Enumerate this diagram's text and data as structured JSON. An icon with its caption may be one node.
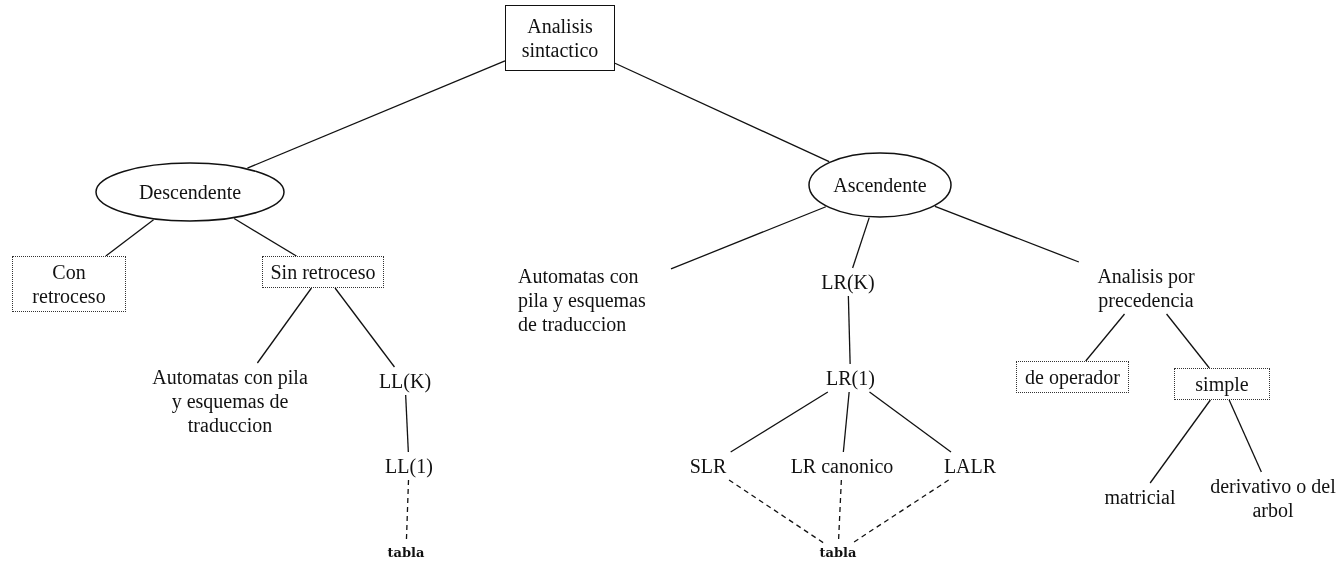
{
  "diagram": {
    "nodes": [
      {
        "text": [
          "Analisis sintactico"
        ]
      },
      {
        "text": [
          "Descendente"
        ]
      },
      {
        "text": [
          "Ascendente"
        ]
      },
      {
        "text": [
          "Con retroceso"
        ]
      },
      {
        "text": [
          "Sin retroceso"
        ]
      },
      {
        "text": [
          "Automatas con pila y esquemas de traduccion"
        ]
      },
      {
        "text": [
          "LL(K)"
        ]
      },
      {
        "text": [
          "LL(1)"
        ]
      },
      {
        "text": [
          "tabla"
        ]
      },
      {
        "text": [
          "Automatas con pila y esquemas de traduccion"
        ]
      },
      {
        "text": [
          "LR(K)"
        ]
      },
      {
        "text": [
          "LR(1)"
        ]
      },
      {
        "text": [
          "SLR"
        ]
      },
      {
        "text": [
          "LR canonico"
        ]
      },
      {
        "text": [
          "LALR"
        ]
      },
      {
        "text": [
          "tabla"
        ]
      },
      {
        "text": [
          "Analisis por precedencia"
        ]
      },
      {
        "text": [
          "de operador"
        ]
      },
      {
        "text": [
          "simple"
        ]
      },
      {
        "text": [
          "matricial"
        ]
      },
      {
        "text": [
          "derivativo o del arbol"
        ]
      }
    ],
    "edges": [
      {
        "from": 0,
        "to": 1,
        "arrow": "none"
      },
      {
        "from": 0,
        "to": 2,
        "arrow": "none"
      },
      {
        "from": 1,
        "to": 3,
        "arrow": "none"
      },
      {
        "from": 1,
        "to": 4,
        "arrow": "none"
      },
      {
        "from": 4,
        "to": 5,
        "arrow": "none"
      },
      {
        "from": 4,
        "to": 6,
        "arrow": "none"
      },
      {
        "from": 6,
        "to": 7,
        "arrow": "none"
      },
      {
        "from": 7,
        "to": 8,
        "arrow": "none",
        "style": "dashed"
      },
      {
        "from": 2,
        "to": 9,
        "arrow": "none"
      },
      {
        "from": 2,
        "to": 10,
        "arrow": "none"
      },
      {
        "from": 2,
        "to": 16,
        "arrow": "none"
      },
      {
        "from": 10,
        "to": 11,
        "arrow": "none"
      },
      {
        "from": 11,
        "to": 12,
        "arrow": "none"
      },
      {
        "from": 11,
        "to": 13,
        "arrow": "none"
      },
      {
        "from": 11,
        "to": 14,
        "arrow": "none"
      },
      {
        "from": 12,
        "to": 15,
        "arrow": "none",
        "style": "dashed"
      },
      {
        "from": 13,
        "to": 15,
        "arrow": "none",
        "style": "dashed"
      },
      {
        "from": 14,
        "to": 15,
        "arrow": "none",
        "style": "dashed"
      },
      {
        "from": 16,
        "to": 17,
        "arrow": "none"
      },
      {
        "from": 16,
        "to": 18,
        "arrow": "none"
      },
      {
        "from": 18,
        "to": 19,
        "arrow": "none"
      },
      {
        "from": 18,
        "to": 20,
        "arrow": "none"
      }
    ]
  }
}
